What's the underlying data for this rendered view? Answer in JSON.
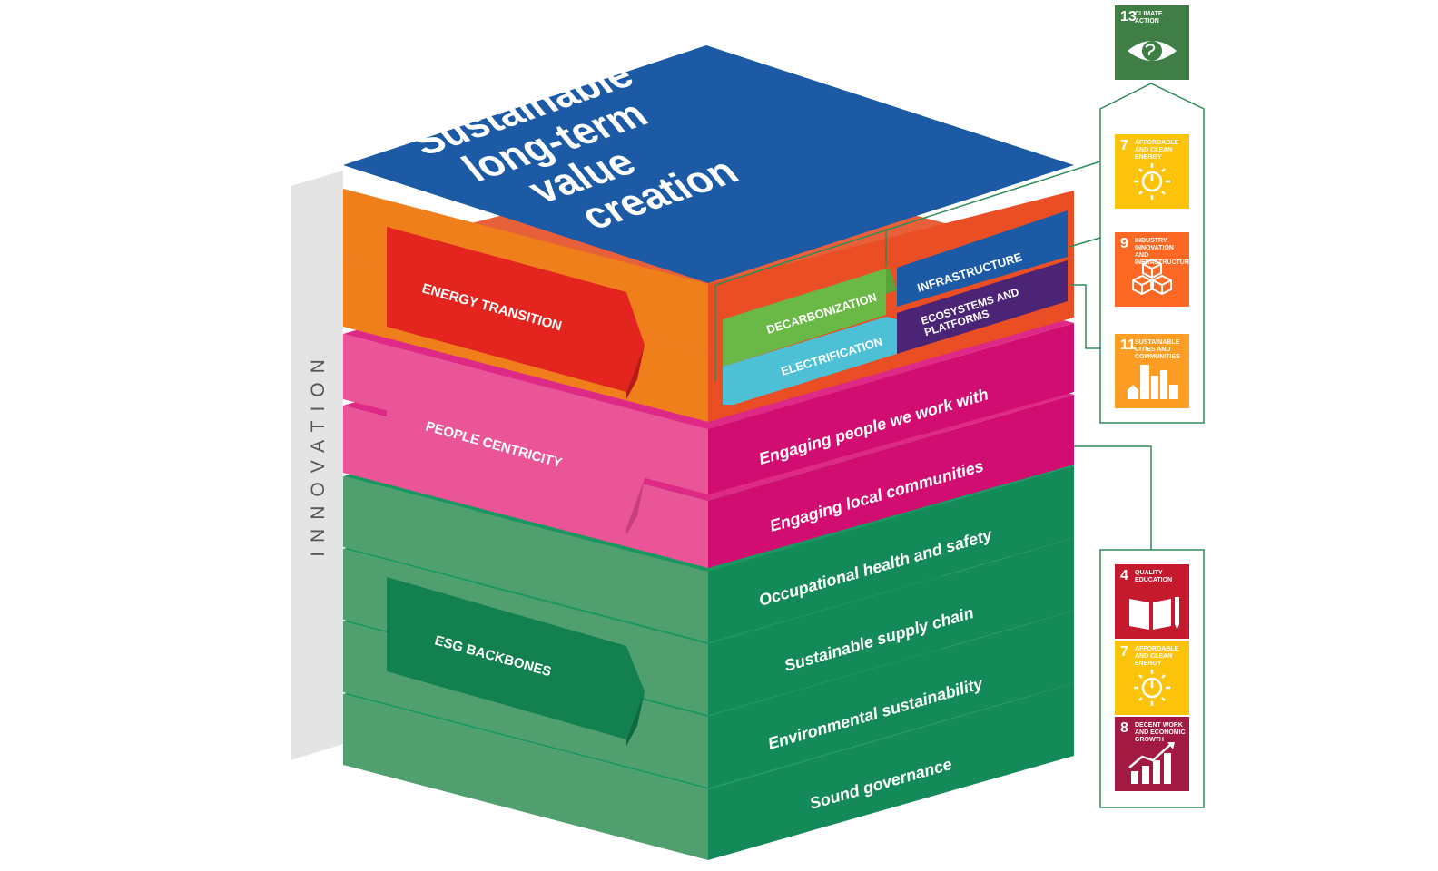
{
  "side_label": "INNOVATION",
  "top": {
    "lines": [
      "Sustainable",
      "long-term",
      "value",
      "creation"
    ]
  },
  "pillars": {
    "energy": "ENERGY TRANSITION",
    "people": "PEOPLE CENTRICITY",
    "esg": "ESG BACKBONES"
  },
  "energy_blocks": {
    "decarbonization": "DECARBONIZATION",
    "infrastructure": "INFRASTRUCTURE",
    "electrification": "ELECTRIFICATION",
    "ecosystems_1": "ECOSYSTEMS AND",
    "ecosystems_2": "PLATFORMS"
  },
  "layer_labels": {
    "people_1": "Engaging people we work with",
    "people_2": "Engaging local communities",
    "esg_1": "Occupational health and safety",
    "esg_2": "Sustainable supply chain",
    "esg_3": "Environmental sustainability",
    "esg_4": "Sound governance"
  },
  "sdgs": {
    "top": {
      "num": "13",
      "text": "CLIMATE ACTION",
      "color": "#3f7e44",
      "icon": "eye-globe-icon"
    },
    "energy": [
      {
        "num": "7",
        "text": "AFFORDABLE AND CLEAN ENERGY",
        "color": "#fcc30b",
        "icon": "power-sun-icon"
      },
      {
        "num": "9",
        "text": "INDUSTRY, INNOVATION AND INFRASTRUCTURE",
        "color": "#fd6925",
        "icon": "cubes-icon"
      },
      {
        "num": "11",
        "text": "SUSTAINABLE CITIES AND COMMUNITIES",
        "color": "#fd9d24",
        "icon": "city-icon"
      }
    ],
    "people": [
      {
        "num": "4",
        "text": "QUALITY EDUCATION",
        "color": "#c5192d",
        "icon": "book-pencil-icon"
      },
      {
        "num": "7",
        "text": "AFFORDABLE AND CLEAN ENERGY",
        "color": "#fcc30b",
        "icon": "power-sun-icon"
      },
      {
        "num": "8",
        "text": "DECENT WORK AND ECONOMIC GROWTH",
        "color": "#a21942",
        "icon": "growth-chart-icon"
      }
    ]
  },
  "colors": {
    "blue_top": "#1d5aa6",
    "orange": "#ee7f1b",
    "red_orange": "#e94e24",
    "red": "#e3241f",
    "magenta": "#d10d72",
    "pink": "#e95597",
    "green": "#138a57",
    "green_light": "#50a06f",
    "decarb": "#6ab845",
    "infra": "#1d5aa6",
    "electr": "#4ec0d6",
    "eco": "#4b2476",
    "connector": "#2e8b57"
  }
}
